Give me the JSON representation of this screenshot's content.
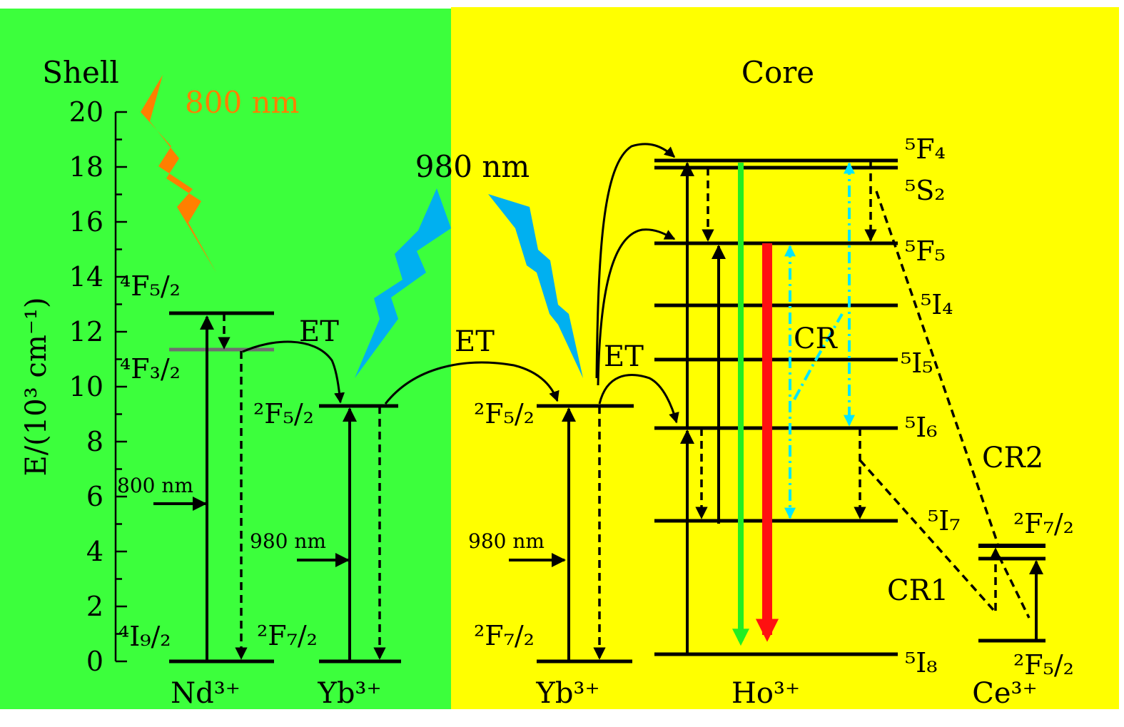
{
  "colors": {
    "shell_bg": "#3cff3c",
    "core_bg": "#ffff00",
    "laser_800": "#ff7f00",
    "laser_980": "#00b0f0",
    "green_emission": "#22ee22",
    "red_emission": "#ff1010",
    "cross_relax": "#00e5ff",
    "nd_f32_level": "#6f6f6f"
  },
  "regions": {
    "shell": "Shell",
    "core": "Core"
  },
  "axis": {
    "label": "E/(10³ cm⁻¹)",
    "ticks": [
      "0",
      "2",
      "4",
      "6",
      "8",
      "10",
      "12",
      "14",
      "16",
      "18",
      "20"
    ],
    "ylim": [
      0,
      20
    ]
  },
  "lasers": {
    "nm800": "800 nm",
    "nm980": "980 nm"
  },
  "ions": {
    "nd": "Nd³⁺",
    "yb_shell": "Yb³⁺",
    "yb_core": "Yb³⁺",
    "ho": "Ho³⁺",
    "ce": "Ce³⁺"
  },
  "levels": {
    "nd_4I92": "⁴I₉/₂",
    "nd_4F32": "⁴F₃/₂",
    "nd_4F52": "⁴F₅/₂",
    "yb1_2F72": "²F₇/₂",
    "yb1_2F52": "²F₅/₂",
    "yb2_2F72": "²F₇/₂",
    "yb2_2F52": "²F₅/₂",
    "ho_5I8": "⁵I₈",
    "ho_5I7": "⁵I₇",
    "ho_5I6": "⁵I₆",
    "ho_5I5": "⁵I₅",
    "ho_5I4": "⁵I₄",
    "ho_5F5": "⁵F₅",
    "ho_5S2": "⁵S₂",
    "ho_5F4": "⁵F₄",
    "ce_2F52": "²F₅/₂",
    "ce_2F72": "²F₇/₂"
  },
  "pump_labels": {
    "nd": "800 nm",
    "yb1": "980 nm",
    "yb2": "980 nm"
  },
  "processes": {
    "et1": "ET",
    "et2": "ET",
    "et3": "ET",
    "cr": "CR",
    "cr1": "CR1",
    "cr2": "CR2"
  }
}
